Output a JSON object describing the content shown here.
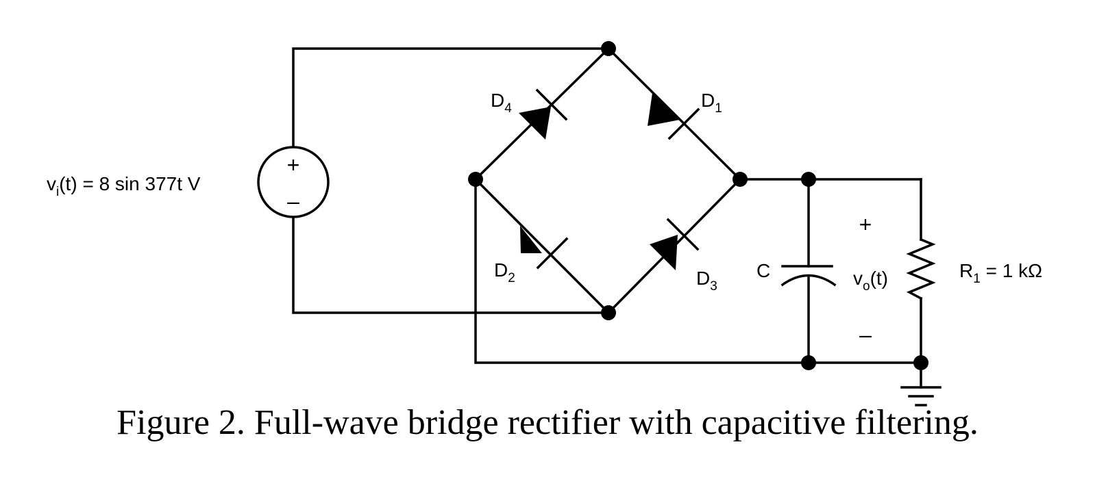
{
  "figure": {
    "caption": "Figure 2. Full-wave bridge rectifier with capacitive filtering."
  },
  "source": {
    "label_main": "v",
    "label_sub": "i",
    "label_rest": "(t) = 8 sin 377t  V",
    "plus": "+",
    "minus": "–"
  },
  "diodes": {
    "d1": {
      "main": "D",
      "sub": "1"
    },
    "d2": {
      "main": "D",
      "sub": "2"
    },
    "d3": {
      "main": "D",
      "sub": "3"
    },
    "d4": {
      "main": "D",
      "sub": "4"
    }
  },
  "capacitor": {
    "label": "C"
  },
  "output": {
    "plus": "+",
    "minus": "–",
    "label_main": "v",
    "label_sub": "o",
    "label_rest": "(t)"
  },
  "resistor": {
    "label_main": "R",
    "label_sub": "1",
    "label_rest": " = 1 kΩ"
  }
}
